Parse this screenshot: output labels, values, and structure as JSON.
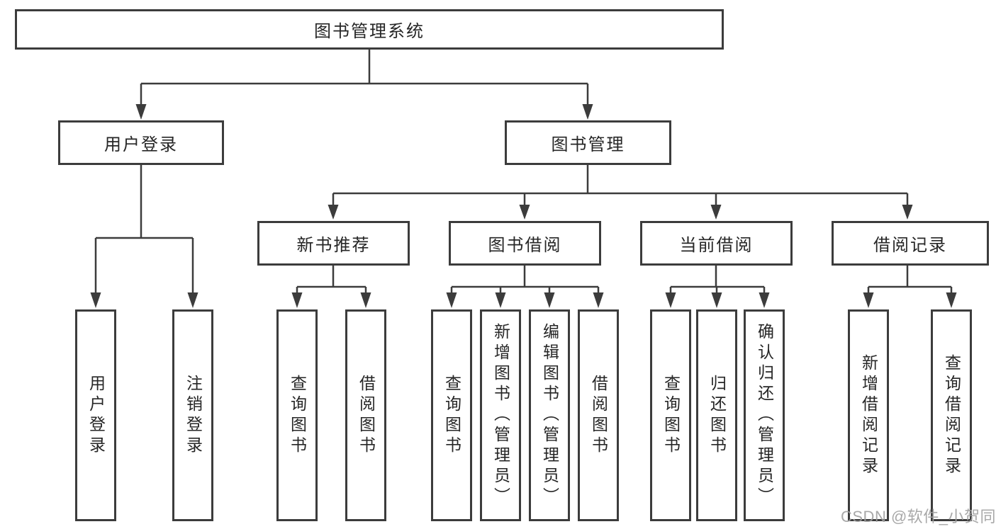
{
  "diagram": {
    "root": {
      "label": "图书管理系统"
    },
    "branches": [
      {
        "label": "用户登录",
        "children": [
          {
            "label": "用户登录"
          },
          {
            "label": "注销登录"
          }
        ]
      },
      {
        "label": "图书管理",
        "children": [
          {
            "label": "新书推荐",
            "children": [
              {
                "label": "查询图书"
              },
              {
                "label": "借阅图书"
              }
            ]
          },
          {
            "label": "图书借阅",
            "children": [
              {
                "label": "查询图书"
              },
              {
                "label": "新增图书（管理员）"
              },
              {
                "label": "编辑图书（管理员）"
              },
              {
                "label": "借阅图书"
              }
            ]
          },
          {
            "label": "当前借阅",
            "children": [
              {
                "label": "查询图书"
              },
              {
                "label": "归还图书"
              },
              {
                "label": "确认归还（管理员）"
              }
            ]
          },
          {
            "label": "借阅记录",
            "children": [
              {
                "label": "新增借阅记录"
              },
              {
                "label": "查询借阅记录"
              }
            ]
          }
        ]
      }
    ]
  },
  "watermark": {
    "text": "CSDN @软件_小贺同学"
  },
  "colors": {
    "line": "#3C3C3C",
    "box_border": "#3C3C3C",
    "text": "#262626",
    "watermark": "#9E9E9E",
    "background": "#FFFFFF"
  }
}
